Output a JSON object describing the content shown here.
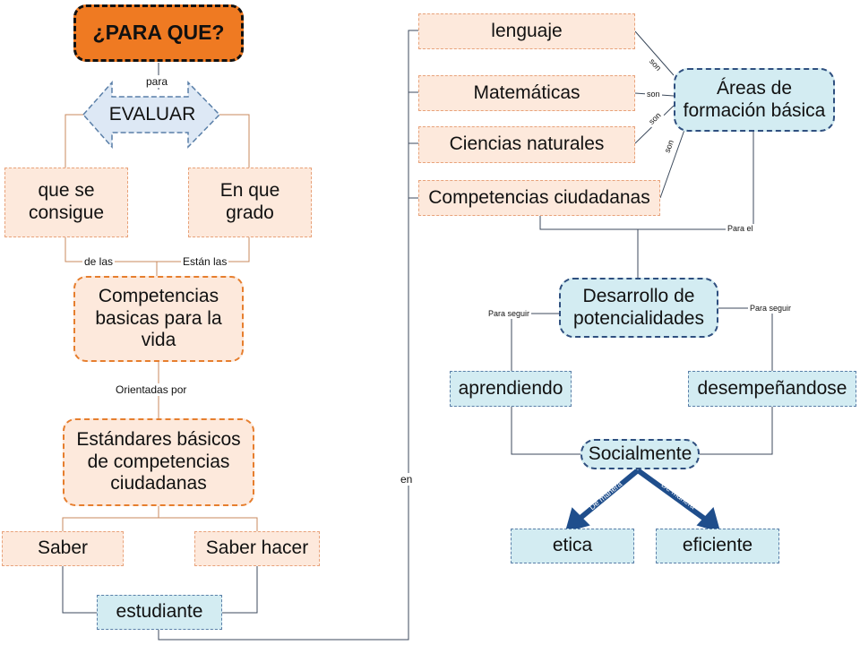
{
  "nodes": {
    "para_que": "¿PARA QUE?",
    "evaluar": "EVALUAR",
    "que_se_consigue": "que se\nconsigue",
    "en_que_grado": "En que\ngrado",
    "competencias_basicas": "Competencias\nbasicas para la\nvida",
    "estandares": "Estándares básicos\nde competencias\nciudadanas",
    "saber": "Saber",
    "saber_hacer": "Saber hacer",
    "estudiante": "estudiante",
    "lenguaje": "lenguaje",
    "matematicas": "Matemáticas",
    "ciencias_naturales": "Ciencias naturales",
    "competencias_ciudadanas": "Competencias ciudadanas",
    "areas_formacion": "Áreas de\nformación básica",
    "desarrollo": "Desarrollo de\npotencialidades",
    "aprendiendo": "aprendiendo",
    "desempenandose": "desempeñandose",
    "socialmente": "Socialmente",
    "etica": "etica",
    "eficiente": "eficiente"
  },
  "links": {
    "para": "para",
    "de_las": "de las",
    "estan_las": "Están las",
    "orientadas_por": "Orientadas por",
    "en": "en",
    "son_1": "son",
    "son_2": "son",
    "son_3": "son",
    "son_4": "son",
    "para_el": "Para el",
    "para_seguir_left": "Para seguir",
    "para_seguir_right": "Para seguir",
    "arrow_left": "De manera",
    "arrow_right": "De manera"
  },
  "colors": {
    "title_fill": "#ef7a22",
    "peach_fill": "#fde9dc",
    "blue_fill": "#d3ecf2",
    "evaluar_fill": "#dde8f5",
    "line": "#3c4a5c",
    "connector_orange": "#c98a5e",
    "arrow": "#1f4e8c"
  }
}
